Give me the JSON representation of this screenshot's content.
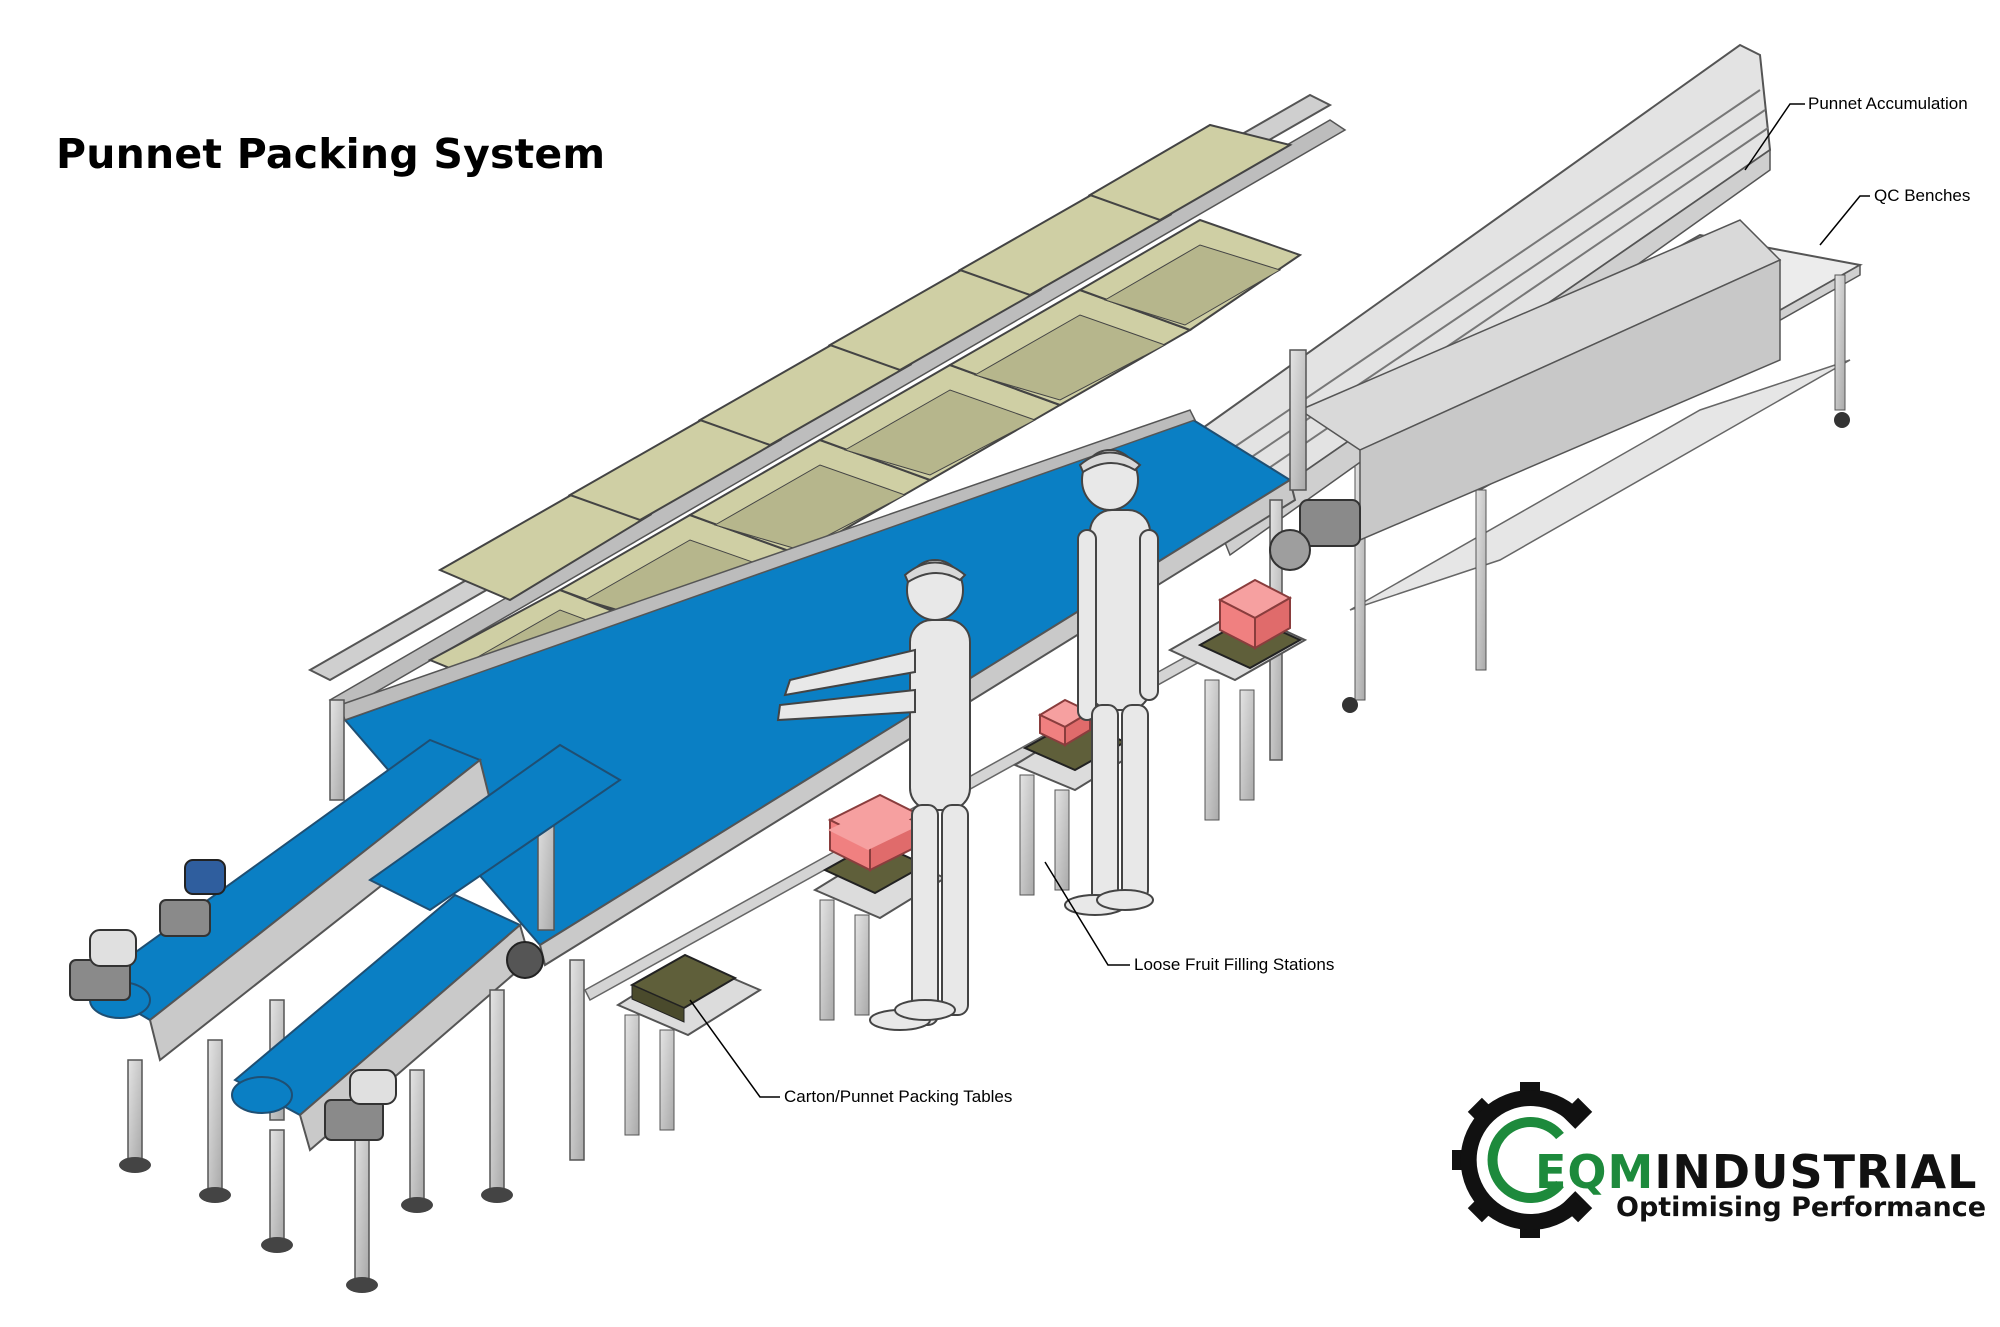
{
  "title": "Punnet Packing System",
  "callouts": {
    "punnet_accumulation": "Punnet Accumulation",
    "qc_benches": "QC Benches",
    "loose_fruit": "Loose Fruit Filling Stations",
    "carton_tables": "Carton/Punnet Packing Tables"
  },
  "logo": {
    "eqm": "EQM",
    "industrial": "INDUSTRIAL",
    "tagline": "Optimising Performance"
  },
  "colors": {
    "belt": "#0a7fc4",
    "bins": "#cfcfa4",
    "frame": "#c9c9c9",
    "punnets": "#f08080",
    "scales": "#5f5f3a",
    "logo_green": "#1d8a3c"
  }
}
